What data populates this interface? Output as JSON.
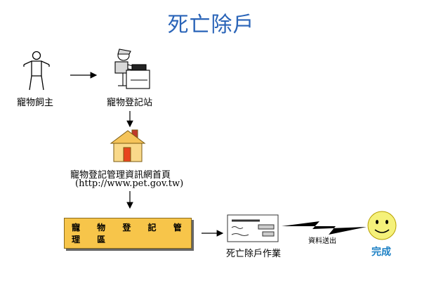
{
  "title": "死亡除戶",
  "nodes": {
    "owner": "寵物飼主",
    "station": "寵物登記站",
    "website_name": "寵物登記管理資訊網首頁",
    "website_url": "(http://www.pet.gov.tw)",
    "management_area": "寵 物 登 記 管 理 區",
    "death_removal": "死亡除戶作業",
    "data_sent": "資料送出",
    "complete": "完成"
  },
  "colors": {
    "title": "#2a64b8",
    "management_box": "#f7c54a",
    "house_roof": "#f5c45a",
    "house_door": "#e8441e",
    "smiley": "#f5f17a",
    "complete": "#1a7fc4"
  },
  "icons": [
    "person-icon",
    "computer-operator-icon",
    "house-icon",
    "document-icon",
    "lightning-icon",
    "smiley-icon"
  ]
}
